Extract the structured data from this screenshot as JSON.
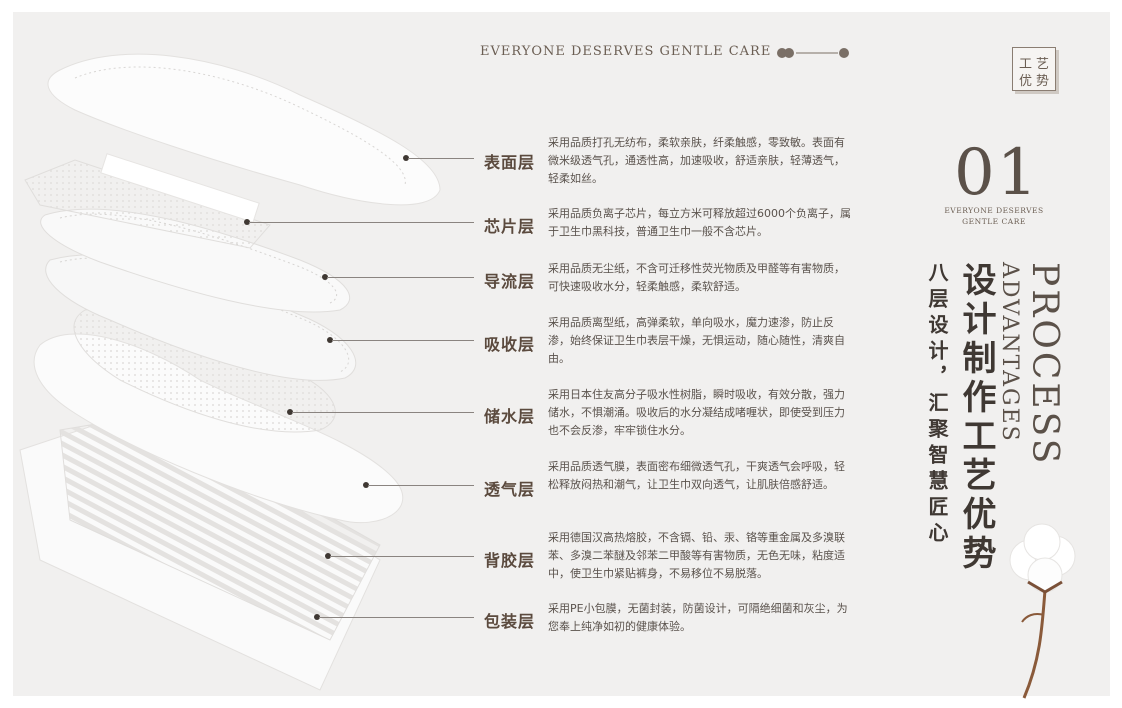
{
  "header": {
    "tagline": "EVERYONE DESERVES GENTLE CARE"
  },
  "stamp": {
    "chars": [
      "工",
      "艺",
      "优",
      "势"
    ]
  },
  "section": {
    "number": "01",
    "subtitle_line1": "EVERYONE DESERVES",
    "subtitle_line2": "GENTLE CARE",
    "english_title": "PROCESS",
    "english_subtitle": "ADVANTAGES",
    "main_title": "设计制作工艺优势",
    "sub_title": "八层设计，汇聚智慧匠心"
  },
  "layers": [
    {
      "title": "表面层",
      "desc": "采用品质打孔无纺布，柔软亲肤，纤柔触感，零致敏。表面有微米级透气孔，通透性高，加速吸收，舒适亲肤，轻薄透气，轻柔如丝。"
    },
    {
      "title": "芯片层",
      "desc": "采用品质负离子芯片，每立方米可释放超过6000个负离子，属于卫生巾黑科技，普通卫生巾一般不含芯片。"
    },
    {
      "title": "导流层",
      "desc": "采用品质无尘纸，不含可迁移性荧光物质及甲醛等有害物质，可快速吸收水分，轻柔触感，柔软舒适。"
    },
    {
      "title": "吸收层",
      "desc": "采用品质离型纸，高弹柔软，单向吸水，魔力速渗，防止反渗，始终保证卫生巾表层干燥，无惧运动，随心随性，清爽自由。"
    },
    {
      "title": "储水层",
      "desc": "采用日本住友高分子吸水性树脂，瞬时吸收，有效分散，强力储水，不惧潮涌。吸收后的水分凝结成啫喱状，即使受到压力也不会反渗，牢牢锁住水分。"
    },
    {
      "title": "透气层",
      "desc": "采用品质透气膜，表面密布细微透气孔，干爽透气会呼吸，轻松释放闷热和潮气，让卫生巾双向透气，让肌肤倍感舒适。"
    },
    {
      "title": "背胶层",
      "desc": "采用德国汉高热熔胶，不含镉、铅、汞、铬等重金属及多溴联苯、多溴二苯醚及邻苯二甲酸等有害物质，无色无味，粘度适中，使卫生巾紧贴裤身，不易移位不易脱落。"
    },
    {
      "title": "包装层",
      "desc": "采用PE小包膜，无菌封装，防菌设计，可隔绝细菌和灰尘，为您奉上纯净如初的健康体验。"
    }
  ]
}
